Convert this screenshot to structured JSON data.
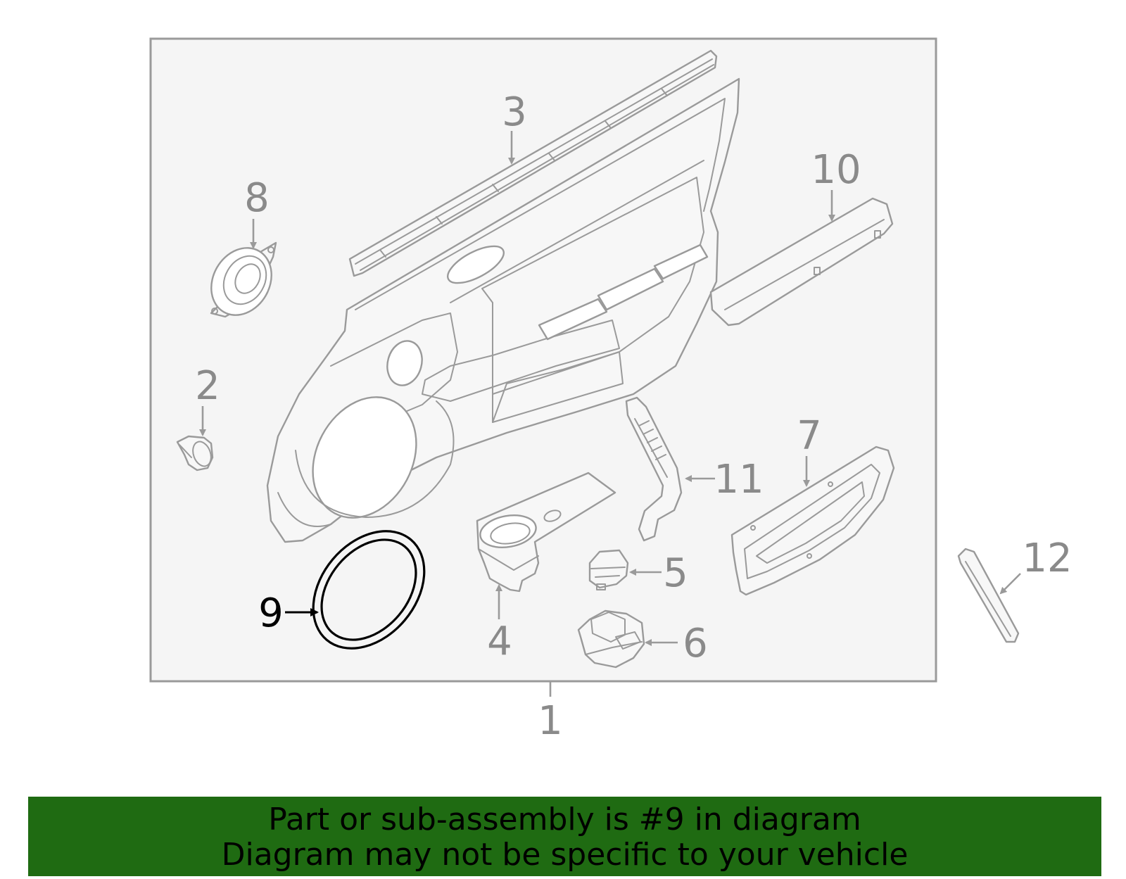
{
  "diagram": {
    "callouts": {
      "c1": "1",
      "c2": "2",
      "c3": "3",
      "c4": "4",
      "c5": "5",
      "c6": "6",
      "c7": "7",
      "c8": "8",
      "c9": "9",
      "c10": "10",
      "c11": "11",
      "c12": "12"
    },
    "highlighted_callout": "9",
    "colors": {
      "linework": "#9a9a9a",
      "highlight": "#000000",
      "banner_background": "#1f6b12"
    }
  },
  "banner": {
    "line1": "Part or sub-assembly is #9 in diagram",
    "line2": "Diagram may not be specific to your vehicle"
  }
}
